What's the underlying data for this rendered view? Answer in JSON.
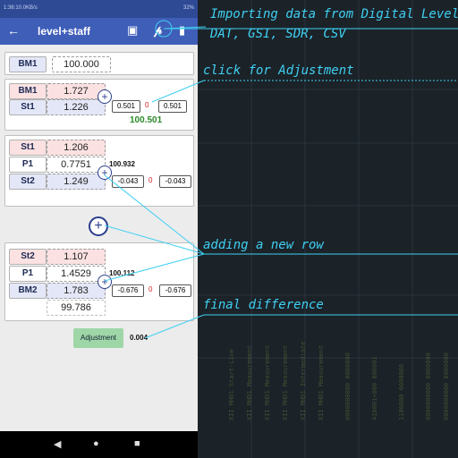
{
  "status": {
    "time": "1:36:10.0KB/s",
    "right": "32%"
  },
  "appbar": {
    "title": "level+staff",
    "back_icon": "←",
    "save_icon": "▣",
    "attach_icon": "0",
    "delete_icon": "▮"
  },
  "card1": {
    "bm1_label": "BM1",
    "bm1_value": "100.000"
  },
  "card2": {
    "row1_label": "BM1",
    "row1_value": "1.727",
    "row2_label": "St1",
    "row2_value": "1.226",
    "left_small": "0.501",
    "zero": "0",
    "right_small": "0.501",
    "sum": "100.501"
  },
  "card3": {
    "row1_label": "St1",
    "row1_value": "1.206",
    "row2_label": "P1",
    "row2_value": "0.7751",
    "row3_label": "St2",
    "row3_value": "1.249",
    "dim": "100.932",
    "left_small": "-0.043",
    "zero": "0",
    "right_small": "-0.043"
  },
  "card4": {
    "row1_label": "St2",
    "row1_value": "1.107",
    "row2_label": "P1",
    "row2_value": "1.4529",
    "row3_label": "BM2",
    "row3_value": "1.783",
    "row4_value": "99.786",
    "dim": "100.112",
    "left_small": "-0.676",
    "zero": "0",
    "right_small": "-0.676"
  },
  "adjustment": {
    "label": "Adjustment",
    "value": "0.004"
  },
  "navbar": {
    "back": "◀",
    "home": "●",
    "recent": "■"
  },
  "annotations": {
    "import_line1": "Importing data from Digital Level",
    "import_line2": "DAT, GSI, SDR, CSV",
    "adjust": "click for Adjustment",
    "new_row": "adding a new row",
    "final": "final difference"
  },
  "colors": {
    "accent": "#3fd0f2",
    "appbar": "#3f5eb8",
    "status": "#2f4a95"
  }
}
